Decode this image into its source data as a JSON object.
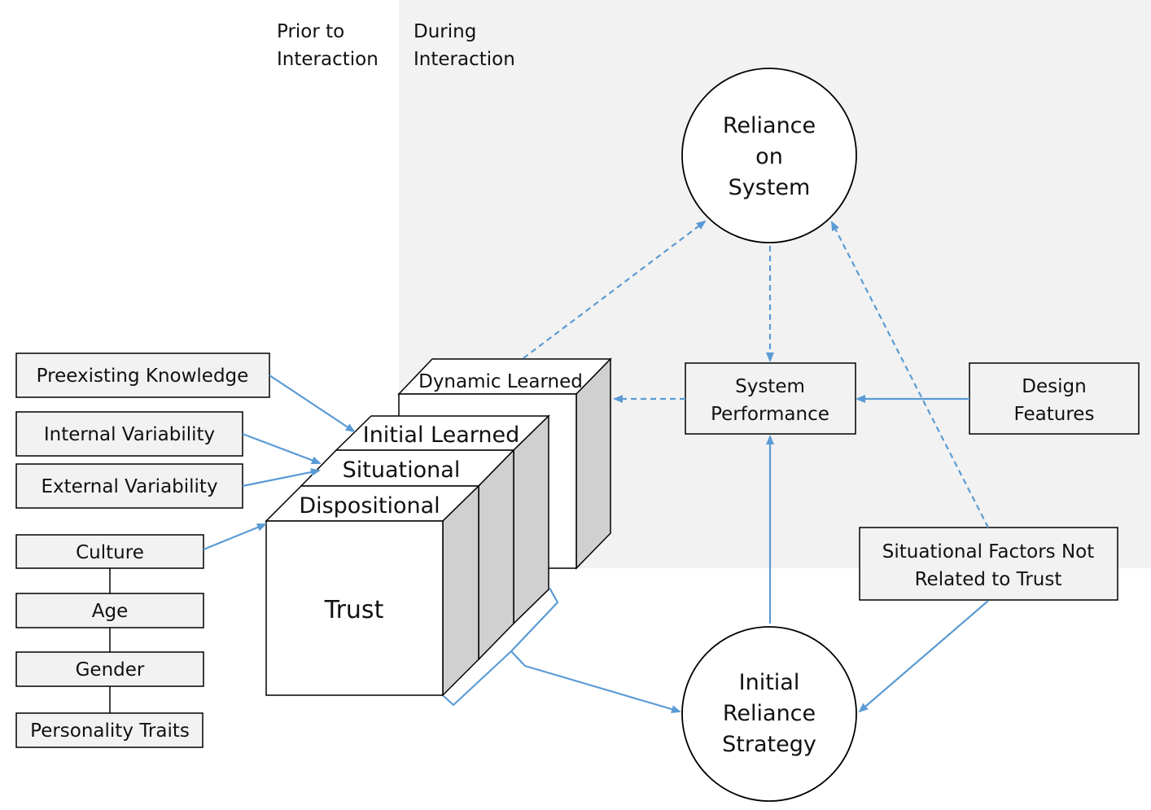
{
  "phases": {
    "prior": [
      "Prior to",
      "Interaction"
    ],
    "during": [
      "During",
      "Interaction"
    ]
  },
  "factors": {
    "preexisting": "Preexisting Knowledge",
    "internal": "Internal Variability",
    "external": "External Variability",
    "culture": "Culture",
    "age": "Age",
    "gender": "Gender",
    "personality": "Personality Traits"
  },
  "trust_layers": {
    "dynamic": "Dynamic Learned",
    "initial": "Initial Learned",
    "situational": "Situational",
    "dispositional": "Dispositional",
    "trust": "Trust"
  },
  "nodes": {
    "reliance": [
      "Reliance",
      "on",
      "System"
    ],
    "system_performance": [
      "System",
      "Performance"
    ],
    "design_features": [
      "Design",
      "Features"
    ],
    "situational_factors": [
      "Situational Factors Not",
      "Related to Trust"
    ],
    "initial_reliance": [
      "Initial",
      "Reliance",
      "Strategy"
    ]
  },
  "colors": {
    "arrow": "#5b9bd5",
    "during_shade": "#f2f2f2",
    "box_fill": "#f2f2f2",
    "side_fill": "#d0d0d0",
    "stroke": "#000000"
  }
}
